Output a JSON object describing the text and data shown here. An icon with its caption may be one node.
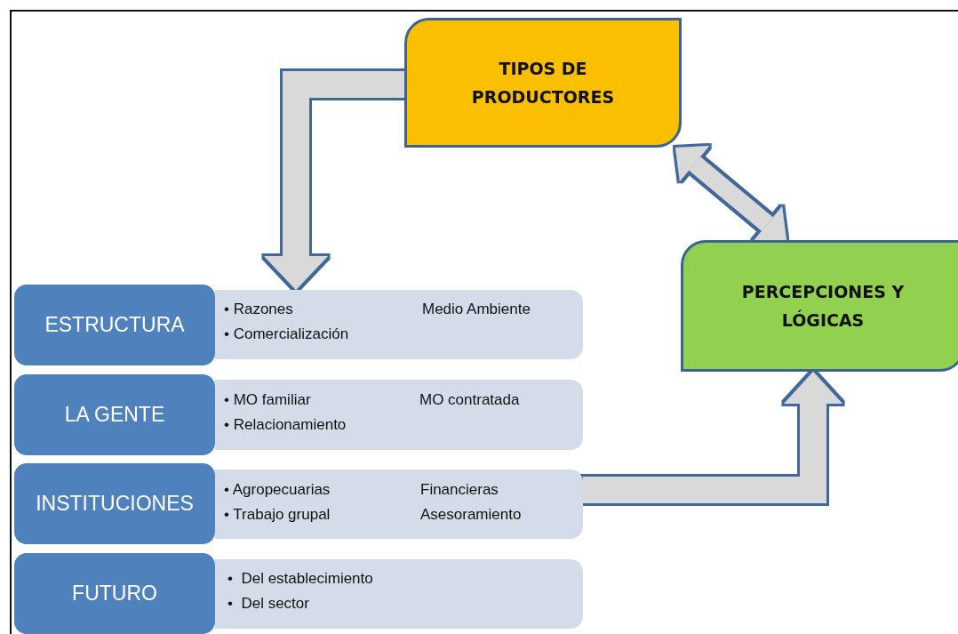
{
  "diagram": {
    "nodes": [
      {
        "text": [
          "TIPOS DE PRODUCTORES"
        ]
      },
      {
        "text": [
          "PERCEPCIONES Y LÓGICAS"
        ]
      },
      {
        "text": [
          "ESTRUCTURA"
        ]
      },
      {
        "text": [
          "• Razones",
          "Medio Ambiente",
          "• Comercialización"
        ]
      },
      {
        "text": [
          "LA GENTE"
        ]
      },
      {
        "text": [
          "• MO familiar",
          "MO contratada",
          "• Relacionamiento"
        ]
      },
      {
        "text": [
          "INSTITUCIONES"
        ]
      },
      {
        "text": [
          "• Agropecuarias",
          "Financieras",
          "• Trabajo grupal",
          "Asesoramiento"
        ]
      },
      {
        "text": [
          "FUTURO"
        ]
      },
      {
        "text": [
          "•  Del establecimiento",
          "•  Del sector"
        ]
      }
    ],
    "edges": [
      {
        "from": 0,
        "to": 3,
        "arrow": "to"
      },
      {
        "from": 0,
        "to": 1,
        "arrow": "both"
      },
      {
        "from": 7,
        "to": 1,
        "arrow": "to"
      }
    ]
  }
}
